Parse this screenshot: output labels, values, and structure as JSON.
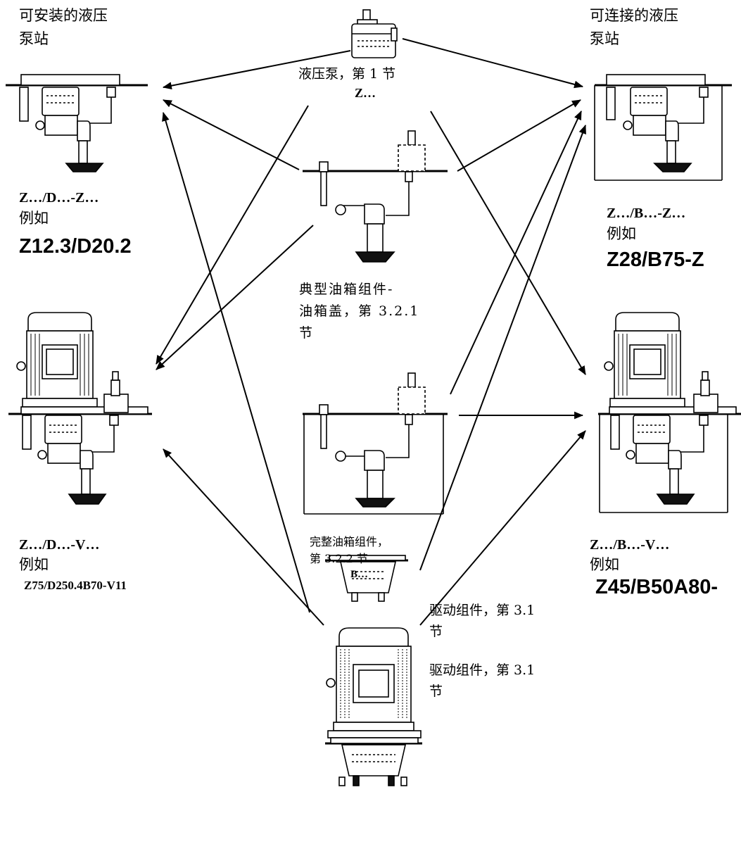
{
  "left": {
    "top_heading": [
      "可安装的液压",
      "泵站"
    ],
    "top_code": "Z…/D…-Z…",
    "top_example_word": "例如",
    "top_example": "Z12.3/D20.2",
    "bottom_code": "Z…/D…-V…",
    "bottom_example_word": "例如",
    "bottom_example": "Z75/D250.4B70-V11"
  },
  "right": {
    "top_heading": [
      "可连接的液压",
      "泵站"
    ],
    "top_code": "Z…/B…-Z…",
    "top_example_word": "例如",
    "top_example": "Z28/B75-Z",
    "bottom_code": "Z…/B…-V…",
    "bottom_example_word": "例如",
    "bottom_example": "Z45/B50A80-"
  },
  "center": {
    "pump_label": "液压泵，第 1 节",
    "pump_code": "Z…",
    "lid_label": [
      "典型油箱组件-",
      "油箱盖，第 3.2.1",
      "节"
    ],
    "tank_label": [
      "完整油箱组件，",
      "第 3.2.2 节"
    ],
    "tank_code": "B…",
    "drive1_label": [
      "驱动组件，第  3.1",
      "节"
    ],
    "drive2_label": [
      "驱动组件，第  3.1",
      "节"
    ]
  },
  "icons": [
    "pump-icon",
    "pump-station-lid-icon",
    "pump-station-tank-icon",
    "motor-station-lid-icon",
    "motor-station-tank-icon",
    "lid-assembly-icon",
    "tank-assembly-icon",
    "drive-bracket-icon",
    "motor-drive-icon"
  ]
}
